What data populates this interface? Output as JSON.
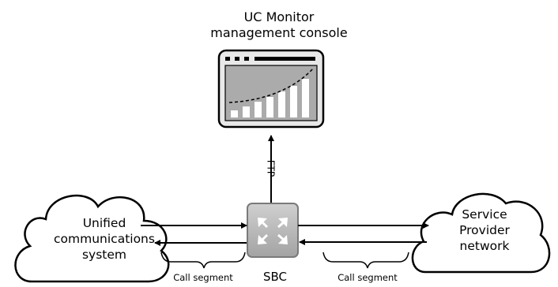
{
  "console": {
    "title": "UC Monitor\nmanagement console"
  },
  "nodes": {
    "unified": "Unified\ncommunications\nsystem",
    "provider": "Service\nProvider\nnetwork",
    "sbc": "SBC"
  },
  "links": {
    "ftp": "FTP",
    "segment_left": "Call segment",
    "segment_right": "Call segment"
  },
  "colors": {
    "stroke": "#000000",
    "monitor_fill": "#e8e8e8",
    "screen_fill": "#ababab",
    "sbc_fill": "#b7b7b7",
    "sbc_border": "#808080"
  }
}
